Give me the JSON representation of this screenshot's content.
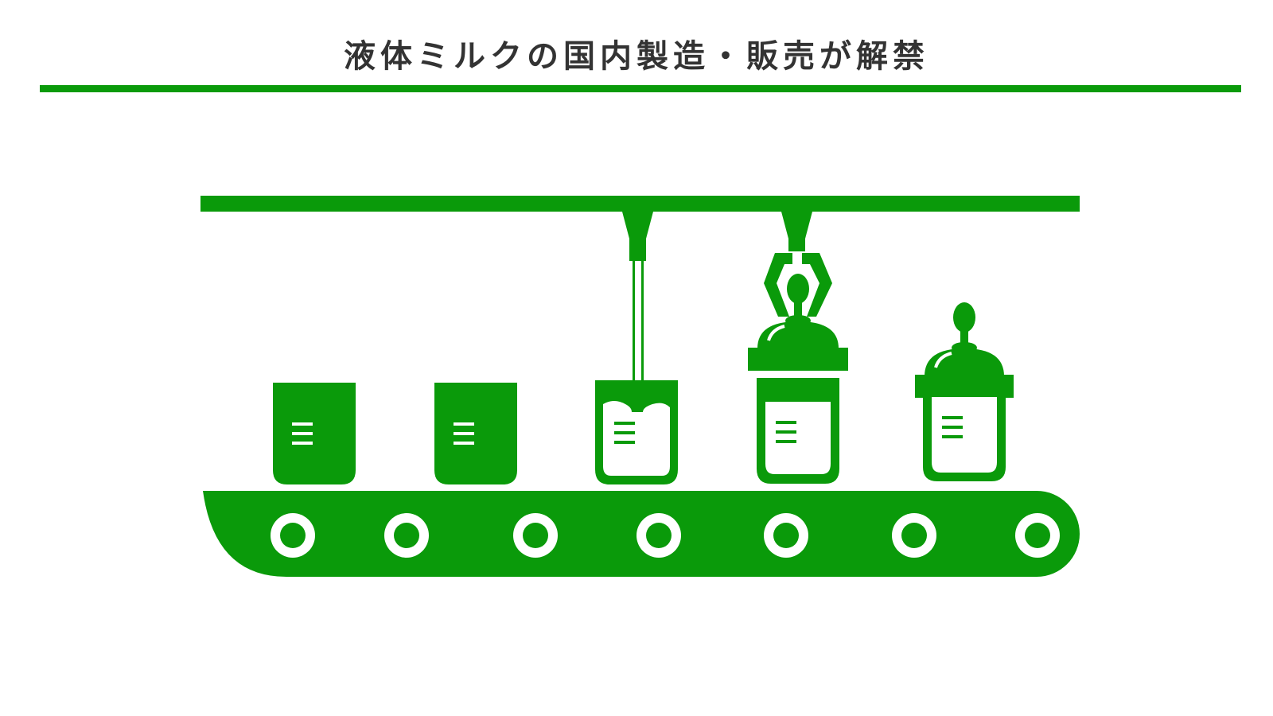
{
  "header": {
    "title": "液体ミルクの国内製造・販売が解禁"
  },
  "colors": {
    "accent": "#0a9a0a",
    "title_text": "#333333",
    "background": "#ffffff"
  },
  "illustration": {
    "icon": "baby-bottle-production-line-icon",
    "stages": [
      {
        "name": "empty-container"
      },
      {
        "name": "empty-container"
      },
      {
        "name": "filling-container"
      },
      {
        "name": "capping-bottle"
      },
      {
        "name": "finished-bottle"
      }
    ],
    "roller_count": 7
  }
}
